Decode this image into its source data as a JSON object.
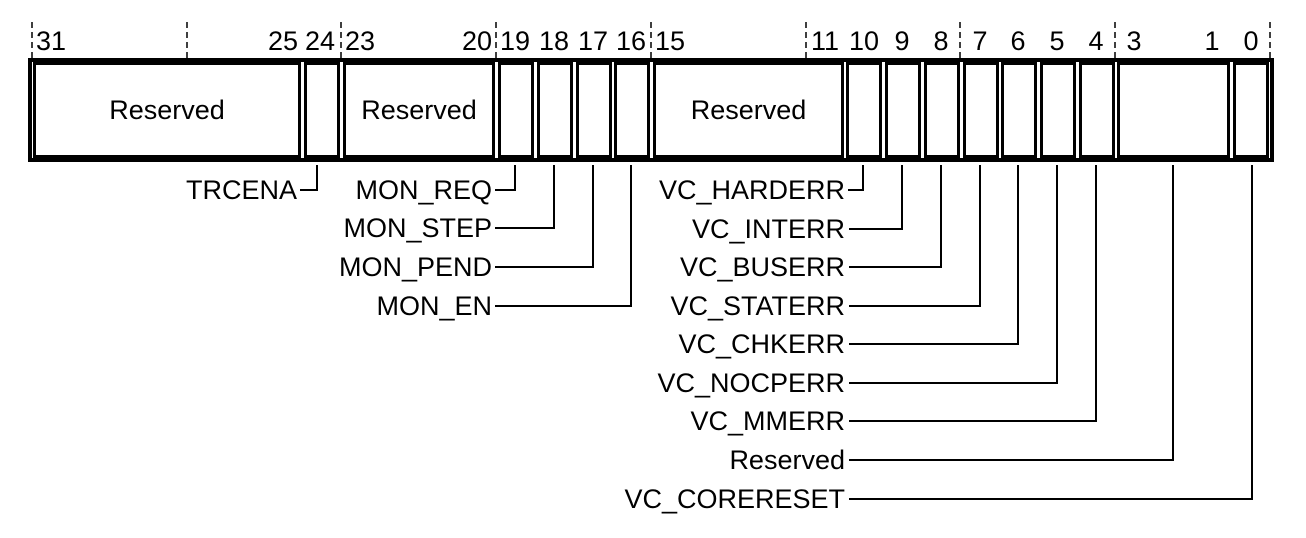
{
  "colors": {
    "line": "#000000",
    "background": "#ffffff",
    "text": "#000000"
  },
  "register": {
    "bit_numbers": [
      "31",
      "25",
      "24",
      "23",
      "20",
      "19",
      "18",
      "17",
      "16",
      "15",
      "11",
      "10",
      "9",
      "8",
      "7",
      "6",
      "5",
      "4",
      "3",
      "1",
      "0"
    ],
    "fields": [
      {
        "bits": "31:25",
        "label": "Reserved"
      },
      {
        "bits": "24",
        "label": ""
      },
      {
        "bits": "23:20",
        "label": "Reserved"
      },
      {
        "bits": "19",
        "label": ""
      },
      {
        "bits": "18",
        "label": ""
      },
      {
        "bits": "17",
        "label": ""
      },
      {
        "bits": "16",
        "label": ""
      },
      {
        "bits": "15:11",
        "label": "Reserved"
      },
      {
        "bits": "10",
        "label": ""
      },
      {
        "bits": "9",
        "label": ""
      },
      {
        "bits": "8",
        "label": ""
      },
      {
        "bits": "7",
        "label": ""
      },
      {
        "bits": "6",
        "label": ""
      },
      {
        "bits": "5",
        "label": ""
      },
      {
        "bits": "4",
        "label": ""
      },
      {
        "bits": "3:1",
        "label": ""
      },
      {
        "bits": "0",
        "label": ""
      }
    ],
    "callouts": {
      "left": [
        {
          "name": "TRCENA",
          "bit": "24"
        },
        {
          "name": "MON_REQ",
          "bit": "19"
        },
        {
          "name": "MON_STEP",
          "bit": "18"
        },
        {
          "name": "MON_PEND",
          "bit": "17"
        },
        {
          "name": "MON_EN",
          "bit": "16"
        }
      ],
      "right": [
        {
          "name": "VC_HARDERR",
          "bit": "10"
        },
        {
          "name": "VC_INTERR",
          "bit": "9"
        },
        {
          "name": "VC_BUSERR",
          "bit": "8"
        },
        {
          "name": "VC_STATERR",
          "bit": "7"
        },
        {
          "name": "VC_CHKERR",
          "bit": "6"
        },
        {
          "name": "VC_NOCPERR",
          "bit": "5"
        },
        {
          "name": "VC_MMERR",
          "bit": "4"
        },
        {
          "name": "Reserved",
          "bit": "3:1"
        },
        {
          "name": "VC_CORERESET",
          "bit": "0"
        }
      ]
    }
  }
}
